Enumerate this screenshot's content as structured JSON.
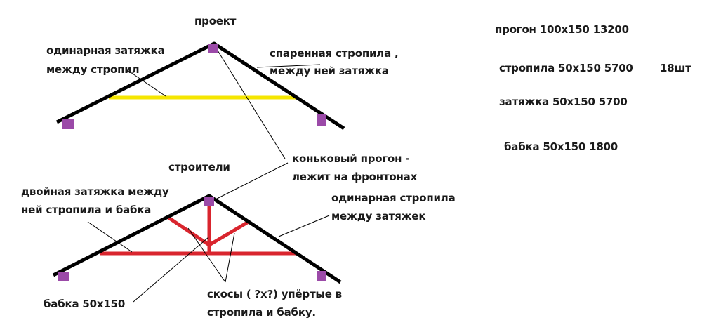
{
  "top_diagram": {
    "title": "проект",
    "label_left_line1": "одинарная затяжка",
    "label_left_line2": "между стропил",
    "label_right_line1": "спаренная стропила ,",
    "label_right_line2": "между ней затяжка"
  },
  "ridge_note": {
    "line1": "коньковый прогон -",
    "line2": "лежит на фронтонах"
  },
  "bottom_diagram": {
    "title": "строители",
    "label_left_line1": "двойная затяжка между",
    "label_left_line2": "ней стропила и бабка",
    "label_right_line1": "одинарная стропила",
    "label_right_line2": "между затяжек",
    "label_post": "бабка 50х150",
    "label_braces_line1": "скосы ( ?х?) упёртые в",
    "label_braces_line2": "стропила и бабку."
  },
  "materials": [
    {
      "text": "прогон 100х150 13200"
    },
    {
      "text": "стропила 50х150 5700",
      "count": "18шт"
    },
    {
      "text": "затяжка 50х150 5700"
    },
    {
      "text": "бабка 50х150 1800"
    }
  ],
  "colors": {
    "rafter": "#000000",
    "tie_top": "#f5e600",
    "truss_red": "#d9252e",
    "purlin_purple": "#9b4aa8"
  }
}
